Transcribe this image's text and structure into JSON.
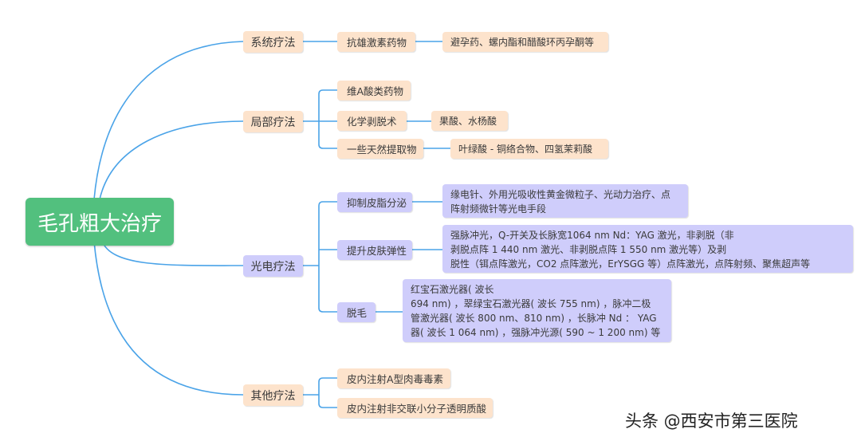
{
  "root": {
    "label": "毛孔粗大治疗"
  },
  "branches": [
    {
      "label": "系统疗法",
      "children": [
        {
          "label": "抗雄激素药物",
          "children": [
            "避孕药、螺内酯和醋酸环丙孕酮等"
          ]
        }
      ]
    },
    {
      "label": "局部疗法",
      "children": [
        {
          "label": "维A酸类药物",
          "children": []
        },
        {
          "label": "化学剥脱术",
          "children": [
            "果酸、水杨酸"
          ]
        },
        {
          "label": "一些天然提取物",
          "children": [
            "叶绿酸 - 铜络合物、四氢茉莉酸"
          ]
        }
      ]
    },
    {
      "label": "光电疗法",
      "children": [
        {
          "label": "抑制皮脂分泌",
          "children": [
            [
              "缘电针、外用光吸收性黄金微粒子、光动力治疗、点",
              "阵射频微针等光电手段"
            ]
          ]
        },
        {
          "label": "提升皮肤弹性",
          "children": [
            [
              "强脉冲光，Q-开关及长脉宽1064 nm Nd：YAG 激光，非剥脱（非",
              "剥脱点阵 1 440 nm 激光、非剥脱点阵 1 550 nm 激光等）及剥",
              "脱性（铒点阵激光，CO2 点阵激光，ErYSGG 等）点阵激光，点阵射频、聚焦超声等"
            ]
          ]
        },
        {
          "label": "脱毛",
          "children": [
            [
              "红宝石激光器( 波长",
              "694 nm) ，翠绿宝石激光器( 波长 755 nm) ，脉冲二极",
              "管激光器( 波长 800 nm、810 nm) ，长脉冲 Nd ： YAG",
              "器( 波长 1 064 nm) ，强脉冲光源( 590 ~ 1 200 nm) 等"
            ]
          ]
        }
      ]
    },
    {
      "label": "其他疗法",
      "children": [
        {
          "label": "皮内注射A型肉毒毒素",
          "children": []
        },
        {
          "label": "皮内注射非交联小分子透明质酸",
          "children": []
        }
      ]
    }
  ],
  "watermark": "头条 @西安市第三医院",
  "colors": {
    "root": "#52c07e",
    "orange_node": "#fde3cc",
    "purple_node": "#cfcdfb",
    "connector": "#4aa3e8"
  }
}
